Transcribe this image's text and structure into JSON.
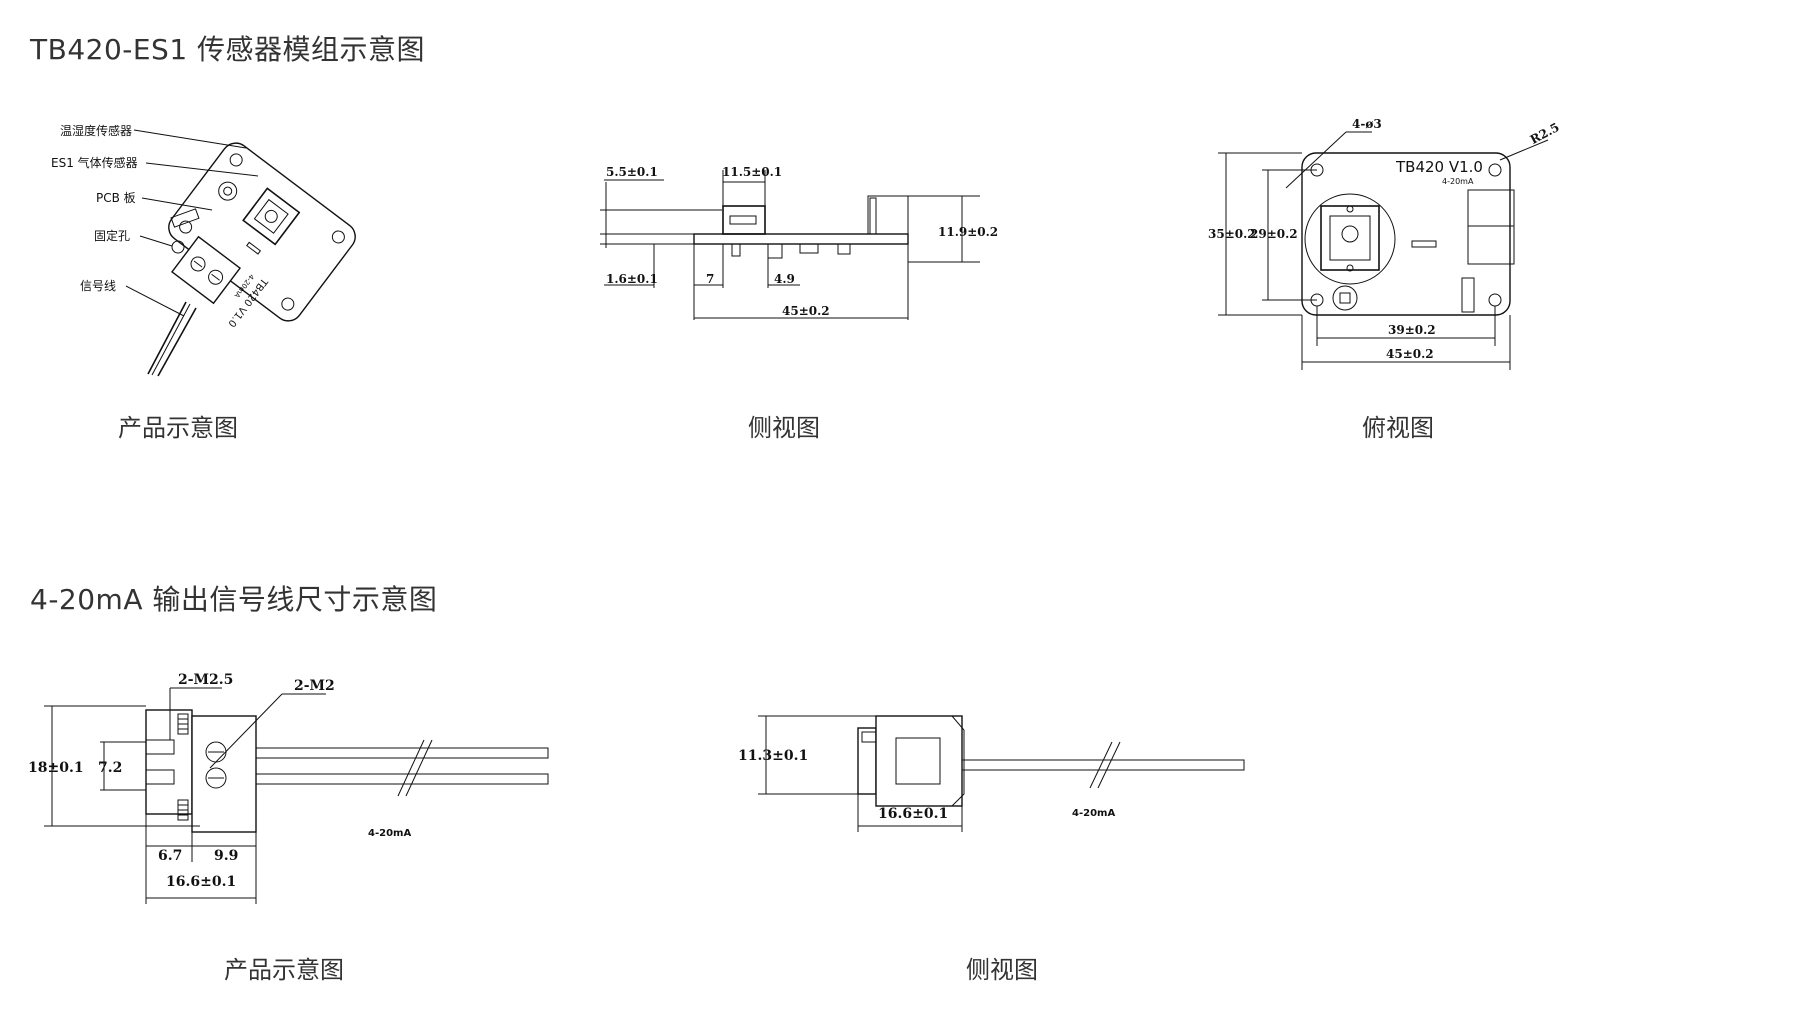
{
  "section1": {
    "title": "TB420-ES1 传感器模组示意图",
    "captions": {
      "product": "产品示意图",
      "side": "侧视图",
      "top": "俯视图"
    },
    "product_labels": {
      "th_sensor": "温湿度传感器",
      "es1_sensor": "ES1 气体传感器",
      "pcb": "PCB 板",
      "hole": "固定孔",
      "signal": "信号线",
      "board_text": "TB420 V1.0",
      "board_sub": "4-20mA"
    },
    "side_dims": {
      "d1": "5.5±0.1",
      "d2": "11.5±0.1",
      "d3": "11.9±0.2",
      "d4": "1.6±0.1",
      "d5": "7",
      "d6": "4.9",
      "d7": "45±0.2"
    },
    "top_dims": {
      "holes": "4-ø3",
      "radius": "R2.5",
      "board_text": "TB420 V1.0",
      "board_sub": "4-20mA",
      "h_outer": "35±0.2",
      "h_inner": "29±0.2",
      "w_inner": "39±0.2",
      "w_outer": "45±0.2"
    }
  },
  "section2": {
    "title": "4-20mA 输出信号线尺寸示意图",
    "captions": {
      "product": "产品示意图",
      "side": "侧视图"
    },
    "product_dims": {
      "m25": "2-M2.5",
      "m2": "2-M2",
      "height": "18±0.1",
      "inner": "7.2",
      "w1": "6.7",
      "w2": "9.9",
      "total": "16.6±0.1",
      "wire": "4-20mA"
    },
    "side_dims": {
      "height": "11.3±0.1",
      "width": "16.6±0.1",
      "wire": "4-20mA"
    }
  }
}
